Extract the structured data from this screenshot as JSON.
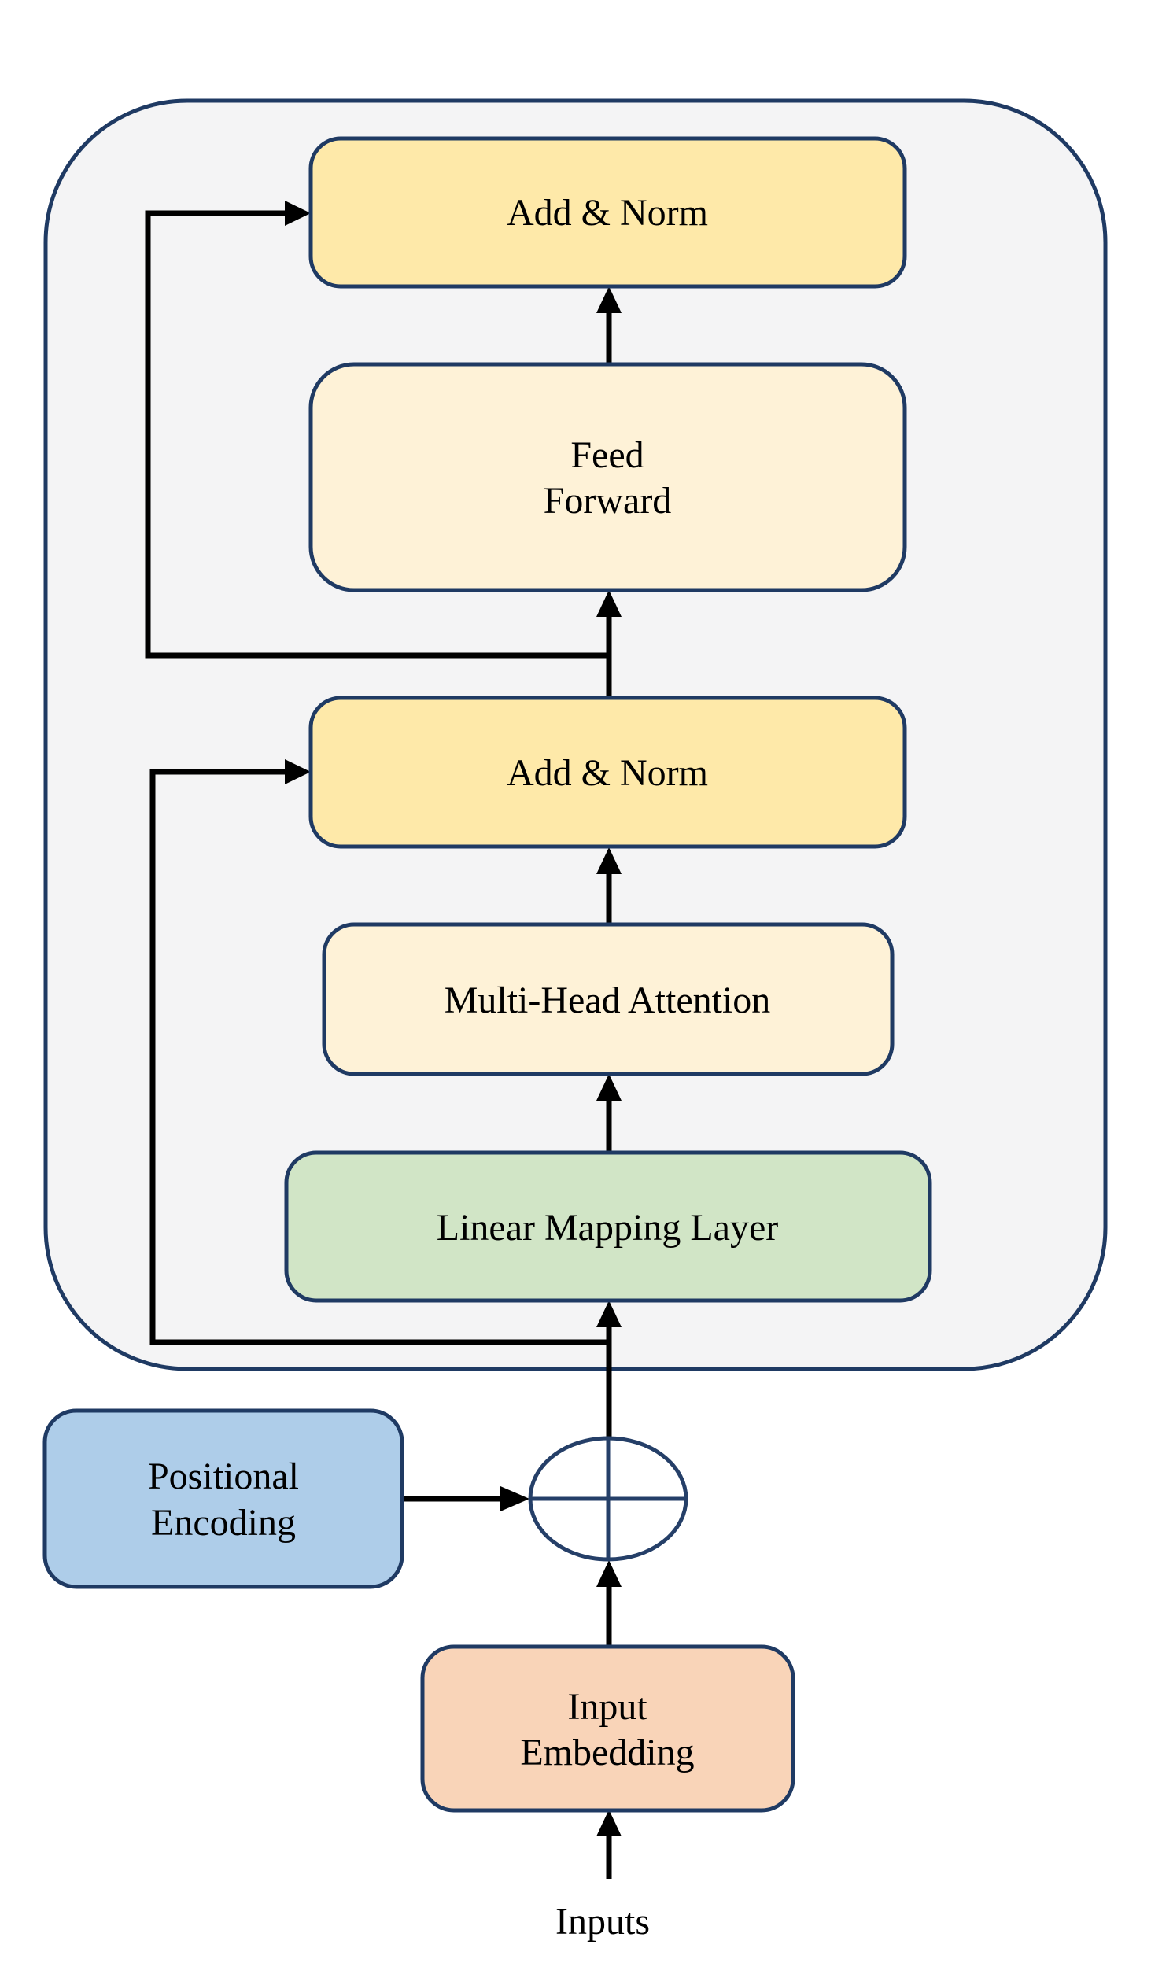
{
  "diagram": {
    "title": "Transformer encoder block",
    "colors": {
      "container_fill": "#f4f4f5",
      "border": "#1f3a63",
      "add_norm": "#fee9a9",
      "sublayer": "#fef2d7",
      "linear": "#d1e5c6",
      "positional": "#aecde9",
      "embedding": "#f9d4b8",
      "arrow": "#000000"
    },
    "blocks": {
      "add_norm_top": [
        "Add & Norm"
      ],
      "feed_forward": [
        "Feed",
        "Forward"
      ],
      "add_norm_bottom": [
        "Add & Norm"
      ],
      "multi_head_attention": [
        "Multi-Head Attention"
      ],
      "linear_mapping": [
        "Linear Mapping Layer"
      ],
      "positional_encoding": [
        "Positional",
        "Encoding"
      ],
      "input_embedding": [
        "Input",
        "Embedding"
      ]
    },
    "input_label": "Inputs",
    "adder_symbol": "plus-circle"
  }
}
